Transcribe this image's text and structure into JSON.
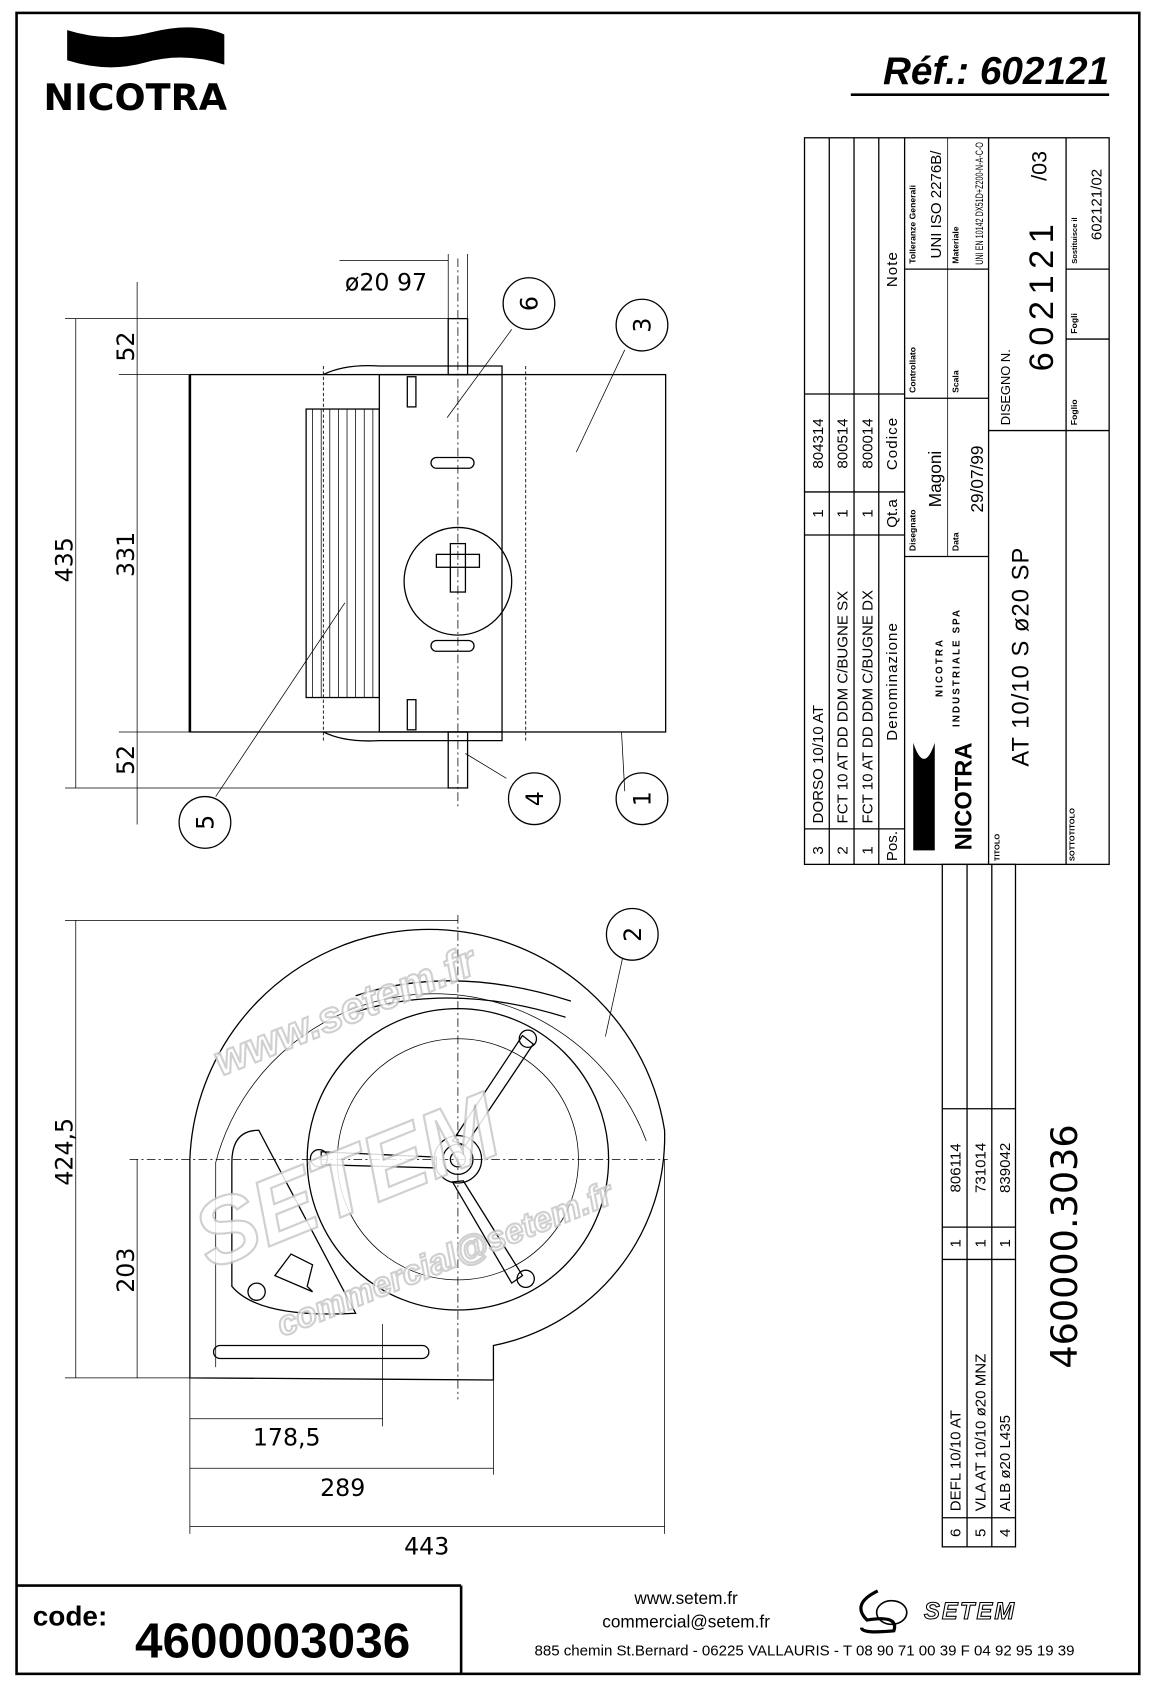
{
  "header": {
    "brand": "NICOTRA",
    "reference": "Réf.: 602121"
  },
  "drawing": {
    "shaft_diameter": "ø20 97",
    "dims_top": [
      "435",
      "331",
      "52",
      "52"
    ],
    "dims_front": [
      "424,5",
      "203",
      "178,5",
      "289",
      "443"
    ],
    "callouts": [
      "1",
      "2",
      "3",
      "4",
      "5",
      "6"
    ],
    "big_code": "460000.3036"
  },
  "watermark": {
    "url": "www.setem.fr",
    "brand": "SETEM",
    "email": "commercial@setem.fr"
  },
  "parts_list_top": {
    "headers": {
      "pos": "Pos.",
      "name": "Denominazione",
      "qty": "Qt.a",
      "code": "Codice",
      "note": "Note"
    },
    "rows": [
      {
        "pos": "3",
        "name": "DORSO 10/10 AT",
        "qty": "1",
        "code": "804314"
      },
      {
        "pos": "2",
        "name": "FCT 10 AT DD DDM C/BUGNE SX",
        "qty": "1",
        "code": "800514"
      },
      {
        "pos": "1",
        "name": "FCT 10 AT DD DDM C/BUGNE DX",
        "qty": "1",
        "code": "800014"
      }
    ]
  },
  "parts_list_bottom": {
    "rows": [
      {
        "pos": "6",
        "name": "DEFL 10/10 AT",
        "qty": "1",
        "code": "806114"
      },
      {
        "pos": "5",
        "name": "VLA AT 10/10 ø20 MNZ",
        "qty": "1",
        "code": "731014"
      },
      {
        "pos": "4",
        "name": "ALB ø20  L435",
        "qty": "1",
        "code": "839042"
      }
    ]
  },
  "title_block": {
    "company_logo": "NICOTRA",
    "company_name": "NICOTRA",
    "company_sub": "INDUSTRIALE SPA",
    "drawn_label": "Disegnato",
    "drawn_value": "Magoni",
    "checked_label": "Controllato",
    "tolerance_label": "Tolleranze Generali",
    "tolerance_value": "UNI ISO 2276B/",
    "date_label": "Data",
    "date_value": "29/07/99",
    "scale_label": "Scala",
    "material_label": "Materiale",
    "material_value": "UNI EN 10142 DX51D+Z200-N-A-C-O",
    "title_label": "TITOLO",
    "title_value": "AT 10/10 S ø20 SP",
    "drawing_no_label": "DISEGNO N.",
    "drawing_no_value": "602121",
    "drawing_rev": "/03",
    "subtitle_label": "SOTTOTITOLO",
    "sheet_label": "Foglio",
    "sheets_label": "Fogli",
    "replaces_label": "Sostituisce il",
    "replaces_value": "602121/02"
  },
  "footer": {
    "code_label": "code:",
    "code_value": "4600003036",
    "website": "www.setem.fr",
    "email": "commercial@setem.fr",
    "address": "885 chemin St.Bernard  -  06225 VALLAURIS  -  T 08 90 71 00 39   F 04 92 95 19 39",
    "brand": "SETEM"
  }
}
